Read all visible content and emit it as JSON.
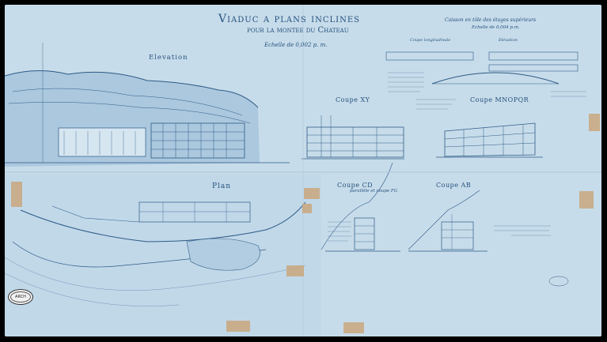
{
  "drawing": {
    "title": "Viaduc a plans inclines",
    "subtitle": "pour la montee du Chateau",
    "scale_note": "Echelle de 0,002 p. m.",
    "corner_note_line1": "Caisson en tôle des étages supérieurs",
    "corner_note_line2": "Echelle de 0,004 p.m.",
    "coupe_longitudinale": "Coupe longitudinale",
    "elevation_small": "Elévation"
  },
  "labels": {
    "elevation": "Elevation",
    "coupe_xy": "Coupe XY",
    "coupe_mnopqr": "Coupe MNOPQR",
    "plan": "Plan",
    "coupe_cd": "Coupe CD",
    "coupe_cd_sub": "parallèle et coupe FG",
    "coupe_ab": "Coupe AB"
  },
  "stamp": {
    "text": "ARCH"
  },
  "colors": {
    "paper": "#c7dcea",
    "ink": "#24507d",
    "tape": "#c9a77c"
  }
}
